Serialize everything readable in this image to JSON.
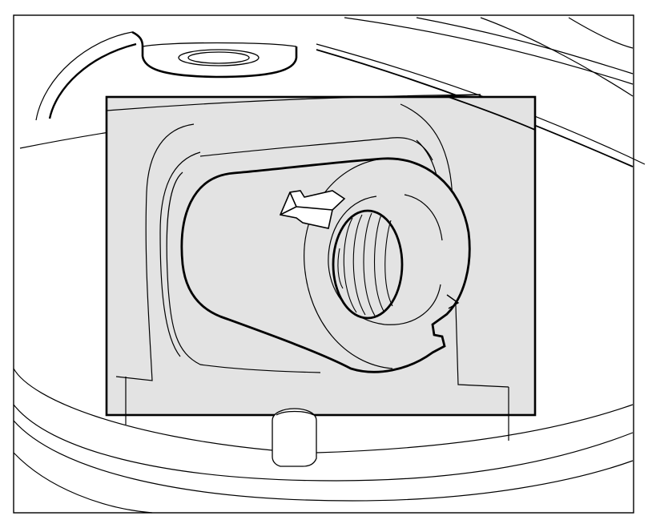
{
  "figure": {
    "kind": "technical-line-illustration",
    "colors": {
      "background": "#ffffff",
      "highlight_box_fill": "#e3e3e3",
      "stroke": "#000000"
    },
    "parts": [
      "outer-housing",
      "top-boss-with-hole",
      "highlight-box",
      "threaded-bushing",
      "locating-tab",
      "slot-notch",
      "bottom-lug"
    ]
  }
}
